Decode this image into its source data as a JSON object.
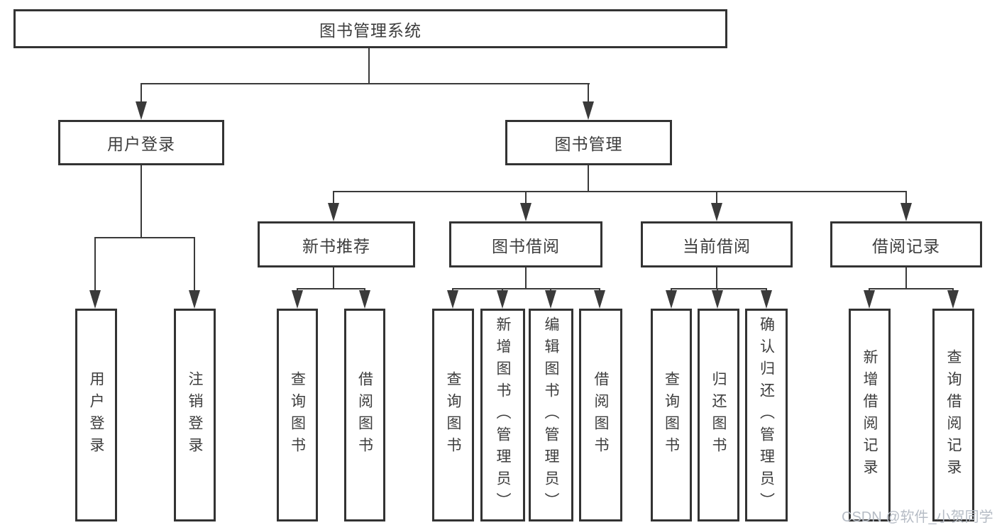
{
  "tree": {
    "root": "图书管理系统",
    "children": [
      {
        "label": "用户登录",
        "children": [
          {
            "label": "用户登录"
          },
          {
            "label": "注销登录"
          }
        ]
      },
      {
        "label": "图书管理",
        "children": [
          {
            "label": "新书推荐",
            "children": [
              {
                "label": "查询图书"
              },
              {
                "label": "借阅图书"
              }
            ]
          },
          {
            "label": "图书借阅",
            "children": [
              {
                "label": "查询图书"
              },
              {
                "label": "新增图书（管理员）"
              },
              {
                "label": "编辑图书（管理员）"
              },
              {
                "label": "借阅图书"
              }
            ]
          },
          {
            "label": "当前借阅",
            "children": [
              {
                "label": "查询图书"
              },
              {
                "label": "归还图书"
              },
              {
                "label": "确认归还（管理员）"
              }
            ]
          },
          {
            "label": "借阅记录",
            "children": [
              {
                "label": "新增借阅记录"
              },
              {
                "label": "查询借阅记录"
              }
            ]
          }
        ]
      }
    ]
  },
  "watermark": {
    "text": "CSDN @软件_小贺同学"
  },
  "colors": {
    "line": "#3a3a3a",
    "border": "#333333",
    "text": "#3d3d3d",
    "watermark": "#b6bcc5",
    "background": "#ffffff"
  }
}
